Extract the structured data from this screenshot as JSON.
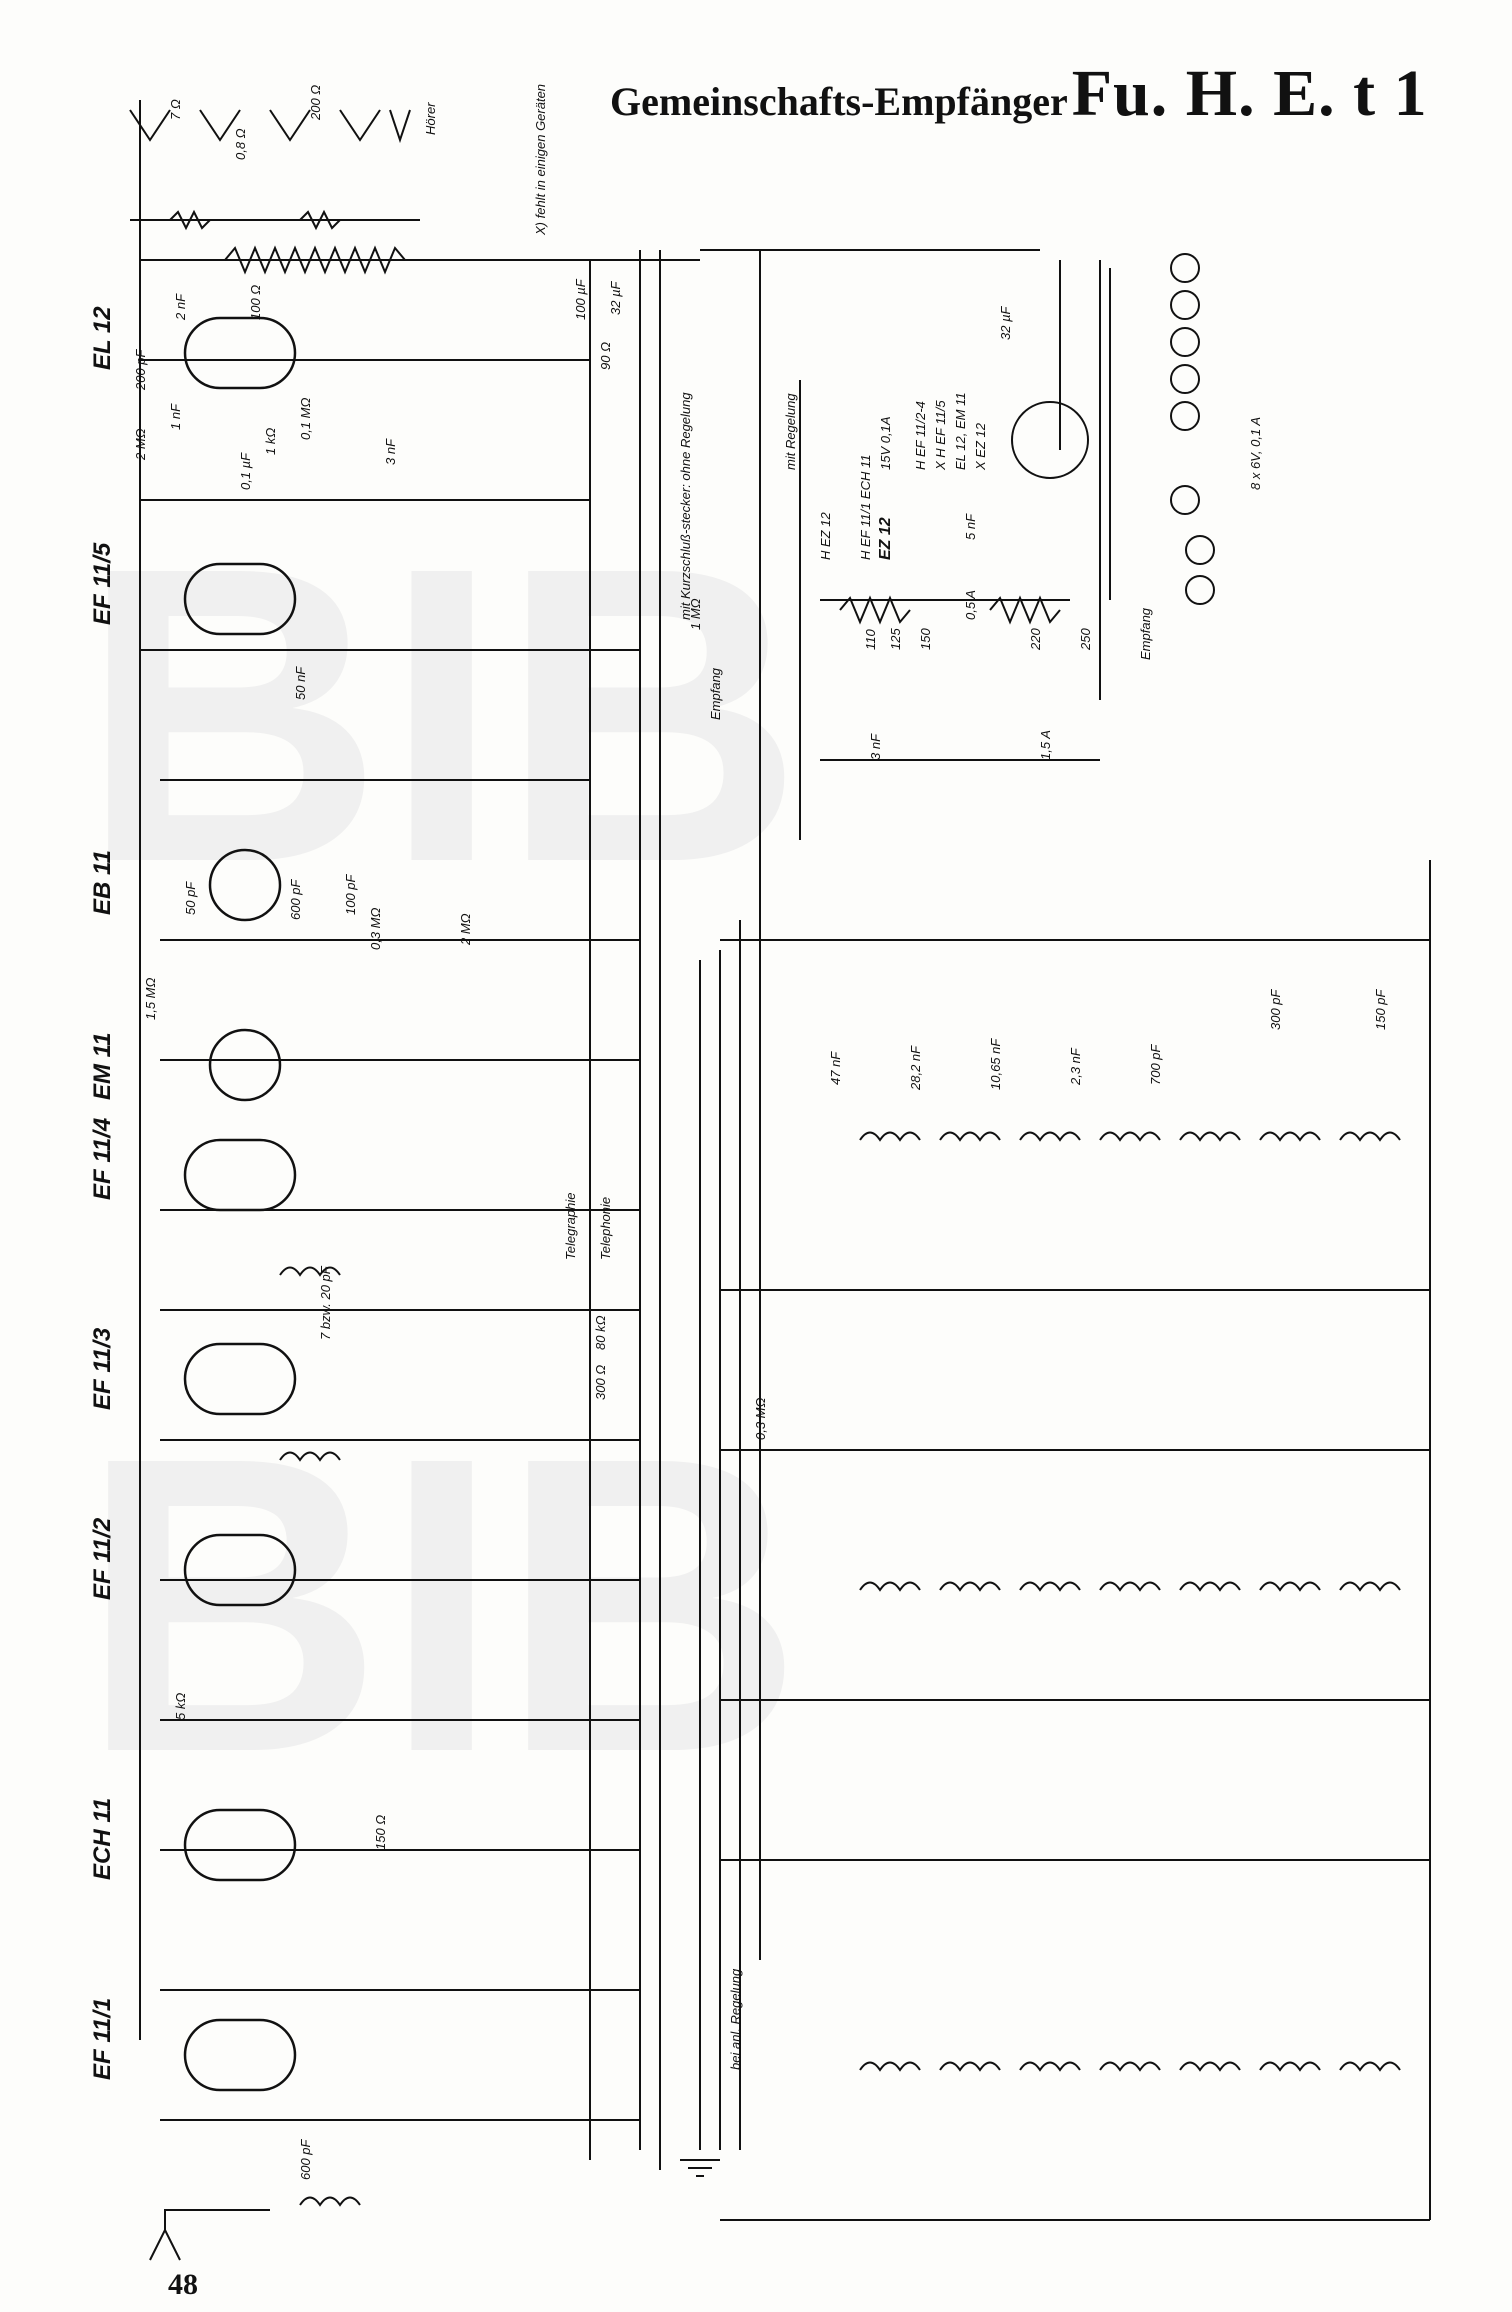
{
  "title": {
    "prefix": "Gemeinschafts-Empfänger",
    "model": "Fu. H. E. t 1"
  },
  "page_number": "48",
  "tubes": [
    "EL 12",
    "EF 11/5",
    "EB 11",
    "EM 11",
    "EF 11/4",
    "EF 11/3",
    "EF 11/2",
    "ECH 11",
    "EF 11/1"
  ],
  "power_tubes": [
    "EZ 12"
  ],
  "annotations": {
    "headphones": "Hörer",
    "missing_note": "X) fehlt in einigen Geräten",
    "with_regulation": "mit Regelung",
    "with_short_circuit_plug": "mit Kurzschluß-stecker: ohne Regelung",
    "reception": "Empfang",
    "telephony_1": "Telephonie",
    "telephony_2": "Telegraphie",
    "lamps": "8 x 6V, 0,1 A",
    "heater_1": "H EF 11/1 ECH 11",
    "heater_2": "15V 0,1A",
    "heater_3": "H EF 11/2-4",
    "heater_4": "X H EF 11/5",
    "heater_5": "EL 12, EM 11",
    "heater_6": "X EZ 12",
    "rectifier_h": "H EZ 12",
    "fuse_1": "1,5 A",
    "fuse_2": "0,5 A",
    "bei_anl": "bei anl. Regelung",
    "taps": [
      "110",
      "125",
      "150",
      "220",
      "250"
    ]
  },
  "component_labels": {
    "r1": "7 Ω",
    "r2": "200 Ω",
    "r3": "0,8 Ω",
    "c1": "2 nF",
    "r4": "100 Ω",
    "c2": "200 pF",
    "c3": "1 nF",
    "r5": "2 MΩ",
    "r6": "1 kΩ",
    "r7": "0,1 MΩ",
    "c4": "3 nF",
    "c5": "0,1 µF",
    "c6": "100 µF",
    "c7": "32 µF",
    "c8": "32 µF",
    "r8": "90 Ω",
    "c9": "50 nF",
    "c10": "600 pF",
    "c11": "100 pF",
    "r9": "0,3 MΩ",
    "r10": "1,5 MΩ",
    "r11": "2 MΩ",
    "c12": "50 pF",
    "r12": "80 kΩ",
    "r13": "300 Ω",
    "r14": "150 Ω",
    "r15": "0,3 MΩ",
    "r16": "5 kΩ",
    "r17": "1 MΩ",
    "c13": "7 bzw. 20 pF",
    "c14": "600 pF",
    "c15": "47 nF",
    "c16": "28,2 nF",
    "c17": "10,65 nF",
    "c18": "2,3 nF",
    "c19": "700 pF",
    "c20": "300 pF",
    "c21": "150 pF",
    "c22": "5 nF",
    "c23": "3 nF"
  },
  "colors": {
    "ink": "#111111",
    "paper": "#fdfdfb",
    "watermark": "#e9e9e9"
  }
}
